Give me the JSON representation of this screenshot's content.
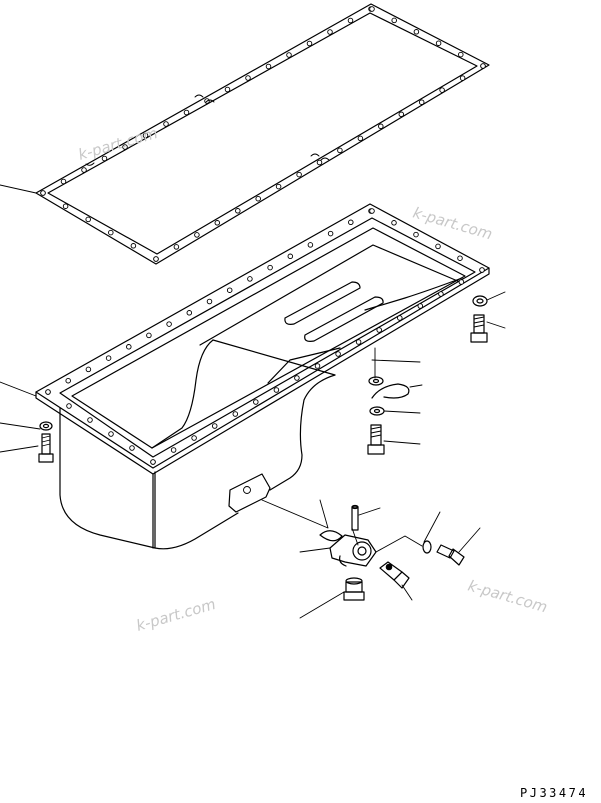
{
  "diagram": {
    "drawing_number": "PJ33474",
    "watermarks": [
      "k-part.com",
      "k-part.com",
      "k-part.com",
      "k-part.com"
    ]
  }
}
